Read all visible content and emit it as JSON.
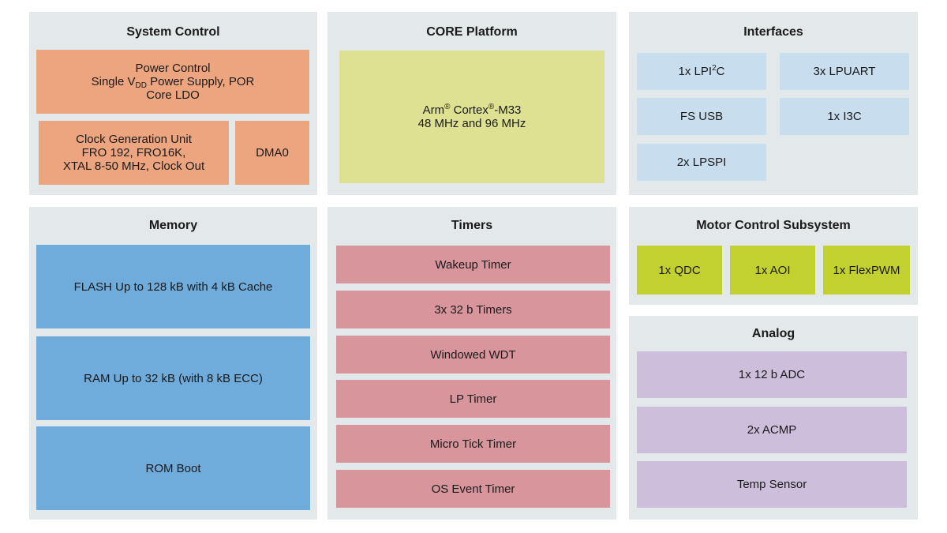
{
  "system_control": {
    "title": "System Control",
    "power": {
      "line1": "Power Control",
      "line2_pre": "Single V",
      "line2_sub": "DD",
      "line2_post": " Power Supply, POR",
      "line3": "Core LDO"
    },
    "clock": [
      "Clock Generation Unit",
      "FRO 192, FRO16K,",
      "XTAL 8-50 MHz, Clock Out"
    ],
    "dma": "DMA0"
  },
  "core_platform": {
    "title": "CORE Platform",
    "arm": "Arm",
    "reg": "®",
    "cortex": " Cortex",
    "reg2": "®",
    "model": "-M33",
    "freq": "48 MHz and 96 MHz"
  },
  "interfaces": {
    "title": "Interfaces",
    "lpi2c_pre": "1x LPI",
    "lpi2c_sup": "2",
    "lpi2c_post": "C",
    "lpuart": "3x LPUART",
    "fsusb": "FS USB",
    "i3c": "1x I3C",
    "lpspi": "2x LPSPI"
  },
  "memory": {
    "title": "Memory",
    "items": [
      "FLASH Up to 128 kB with 4 kB Cache",
      "RAM Up to 32 kB (with 8 kB ECC)",
      "ROM Boot"
    ]
  },
  "timers": {
    "title": "Timers",
    "items": [
      "Wakeup Timer",
      "3x 32 b Timers",
      "Windowed WDT",
      "LP Timer",
      "Micro Tick Timer",
      "OS Event Timer"
    ]
  },
  "motor_control": {
    "title": "Motor Control Subsystem",
    "items": [
      "1x QDC",
      "1x AOI",
      "1x FlexPWM"
    ]
  },
  "analog": {
    "title": "Analog",
    "items": [
      "1x 12 b ADC",
      "2x ACMP",
      "Temp Sensor"
    ]
  },
  "colors": {
    "panel": "#e3e8ea",
    "orange": "#eca57f",
    "yellow": "#dfe192",
    "light_blue": "#c8ddee",
    "blue": "#6fabdb",
    "pink": "#d9959c",
    "green": "#c2d12f",
    "purple": "#cdbfdc"
  }
}
